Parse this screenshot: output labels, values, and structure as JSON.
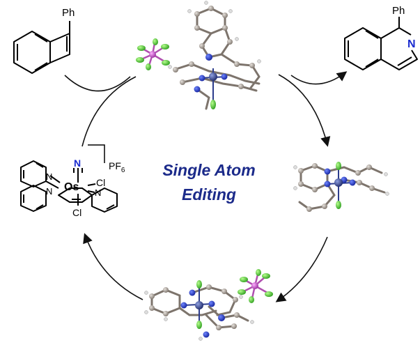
{
  "title": {
    "line1": "Single Atom",
    "line2": "Editing"
  },
  "substituents": {
    "indene_ph": "Ph",
    "isoquinoline_ph": "Ph",
    "isoquinoline_n": "N"
  },
  "osmium_complex": {
    "nitrido_n": "N",
    "metal": "Os",
    "cl_right": "Cl",
    "cl_bottom": "Cl",
    "n_left_top": "N",
    "n_left_bottom": "N",
    "n_right": "N",
    "counterion_base": "PF",
    "counterion_sub": "6"
  },
  "colors": {
    "title": "#1b2a8a",
    "arrow": "#111111",
    "bond": "#000000",
    "nitrogen": "#1a2bd0",
    "chlorine": "#4fcf2f",
    "phosphorus": "#c04fc0",
    "osmium": "#2f3f8f",
    "carbon": "#9a8f86",
    "hydrogen": "#e8e8e8"
  }
}
